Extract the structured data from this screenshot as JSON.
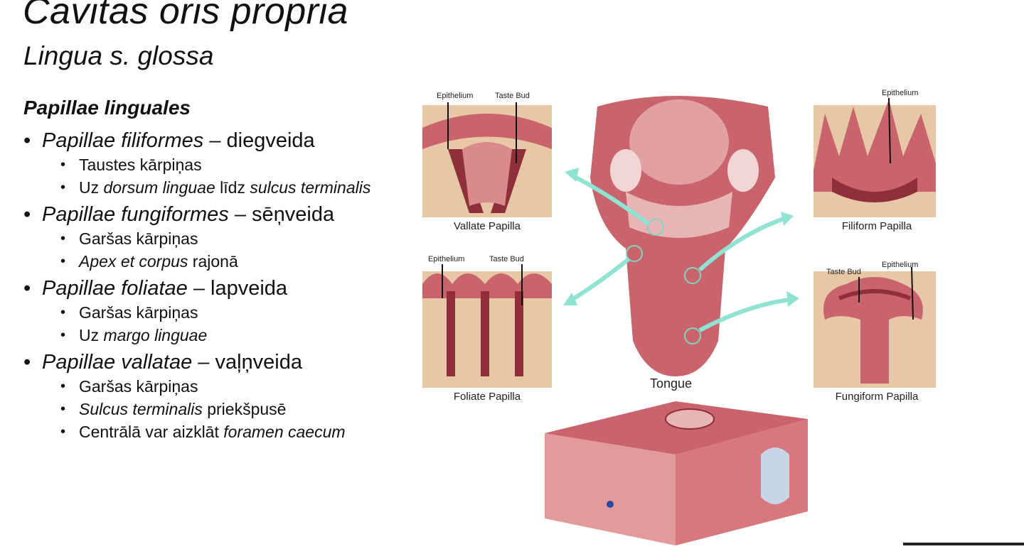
{
  "title": "Cavitas oris propria",
  "subtitle": "Lingua s. glossa",
  "section_heading": "Papillae linguales",
  "items": [
    {
      "name_italic": "Papillae filiformes",
      "dash_text": " – diegveida",
      "subitems": [
        {
          "parts": [
            {
              "text": "Taustes kārpiņas",
              "italic": false
            }
          ]
        },
        {
          "parts": [
            {
              "text": "Uz ",
              "italic": false
            },
            {
              "text": "dorsum linguae",
              "italic": true
            },
            {
              "text": " līdz ",
              "italic": false
            },
            {
              "text": "sulcus terminalis",
              "italic": true
            }
          ]
        }
      ]
    },
    {
      "name_italic": "Papillae fungiformes",
      "dash_text": " – sēņveida",
      "subitems": [
        {
          "parts": [
            {
              "text": "Garšas kārpiņas",
              "italic": false
            }
          ]
        },
        {
          "parts": [
            {
              "text": "Apex et corpus",
              "italic": true
            },
            {
              "text": " rajonā",
              "italic": false
            }
          ]
        }
      ]
    },
    {
      "name_italic": "Papillae foliatae",
      "dash_text": " – lapveida",
      "subitems": [
        {
          "parts": [
            {
              "text": "Garšas kārpiņas",
              "italic": false
            }
          ]
        },
        {
          "parts": [
            {
              "text": "Uz ",
              "italic": false
            },
            {
              "text": "margo linguae",
              "italic": true
            }
          ]
        }
      ]
    },
    {
      "name_italic": "Papillae vallatae",
      "dash_text": " – vaļņveida",
      "subitems": [
        {
          "parts": [
            {
              "text": "Garšas kārpiņas",
              "italic": false
            }
          ]
        },
        {
          "parts": [
            {
              "text": "Sulcus terminalis",
              "italic": true
            },
            {
              "text": " priekšpusē",
              "italic": false
            }
          ]
        },
        {
          "parts": [
            {
              "text": "Centrālā var aizklāt ",
              "italic": false
            },
            {
              "text": "foramen caecum",
              "italic": true
            }
          ]
        }
      ]
    }
  ],
  "figure": {
    "panels": {
      "vallate": "Vallate Papilla",
      "foliate": "Foliate Papilla",
      "filiform": "Filiform Papilla",
      "fungiform": "Fungiform Papilla",
      "tongue": "Tongue"
    },
    "callouts": {
      "epithelium": "Epithelium",
      "taste_bud": "Taste Bud"
    },
    "colors": {
      "tissue_pink": "#c9646c",
      "tissue_dark": "#8e2f3a",
      "connective_tan": "#e8c7a6",
      "arrow_teal": "#8fe3d2"
    }
  }
}
